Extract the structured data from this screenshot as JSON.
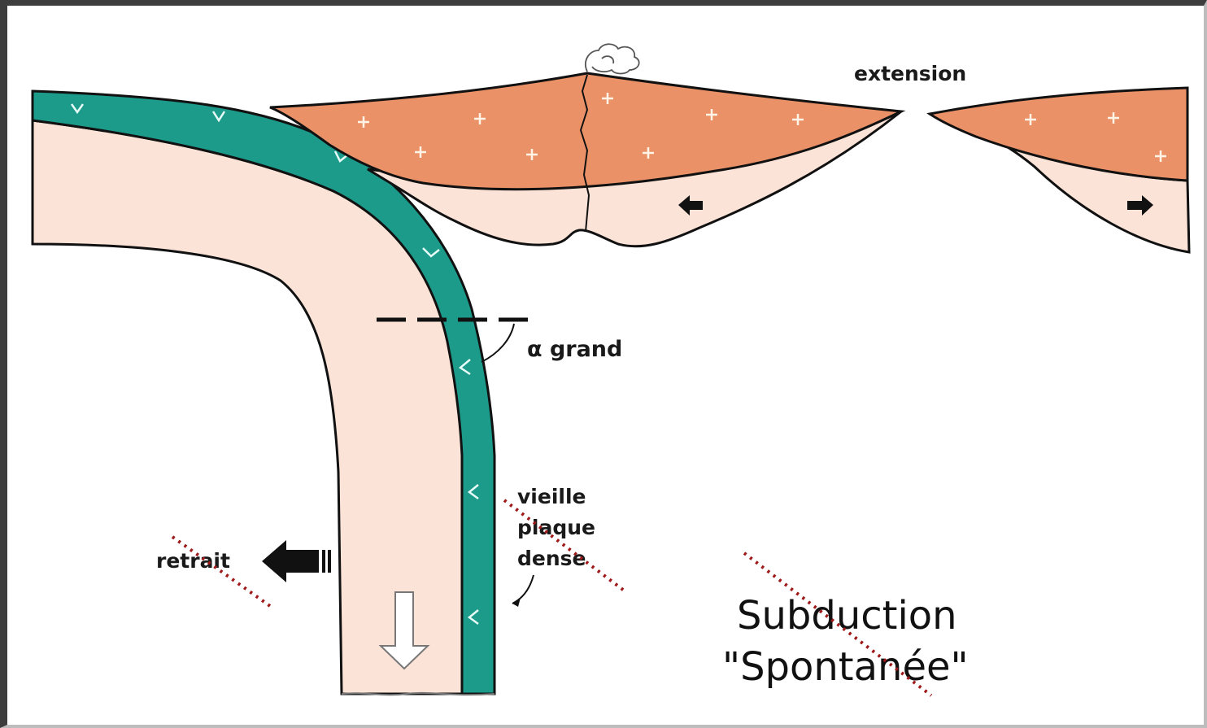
{
  "labels": {
    "extension": "extension",
    "alpha": "α grand",
    "plate_line1": "vieille",
    "plate_line2": "plaque",
    "plate_line3": "dense",
    "retreat": "retrait"
  },
  "title": {
    "line1": "Subduction",
    "line2": "\"Spontanée\""
  },
  "colors": {
    "oceanic_crust": "#1c9a8a",
    "lithosphere": "#fbe3d8",
    "continental_crust": "#ea9168",
    "outline": "#111111",
    "strike": "#9e1a1a"
  }
}
